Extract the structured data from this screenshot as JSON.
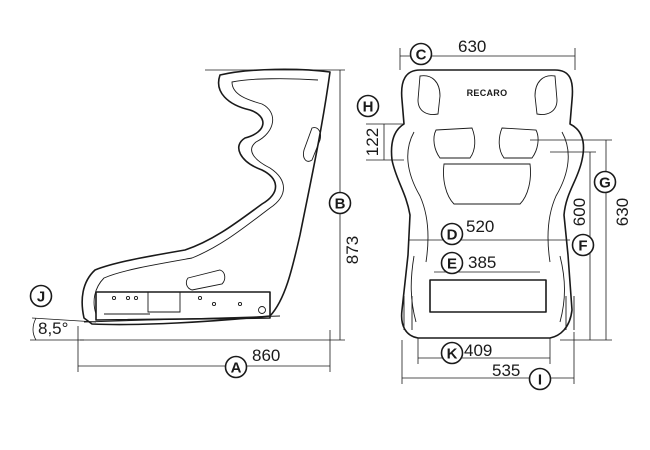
{
  "side_view": {
    "dims": {
      "length": "860",
      "height": "873",
      "angle": "8,5°"
    },
    "badges": {
      "A": "A",
      "B": "B",
      "J": "J"
    }
  },
  "front_view": {
    "logo": "RECARO",
    "dims": {
      "top_width": "630",
      "shoulder_height": "122",
      "height_600": "600",
      "height_630": "630",
      "inner_width_520": "520",
      "inner_width_385": "385",
      "bottom_width_409": "409",
      "bottom_width_535": "535"
    },
    "badges": {
      "C": "C",
      "H": "H",
      "G": "G",
      "F": "F",
      "D": "D",
      "E": "E",
      "K": "K",
      "I": "I"
    }
  },
  "colors": {
    "line": "#1a1a1a",
    "background": "#ffffff"
  }
}
